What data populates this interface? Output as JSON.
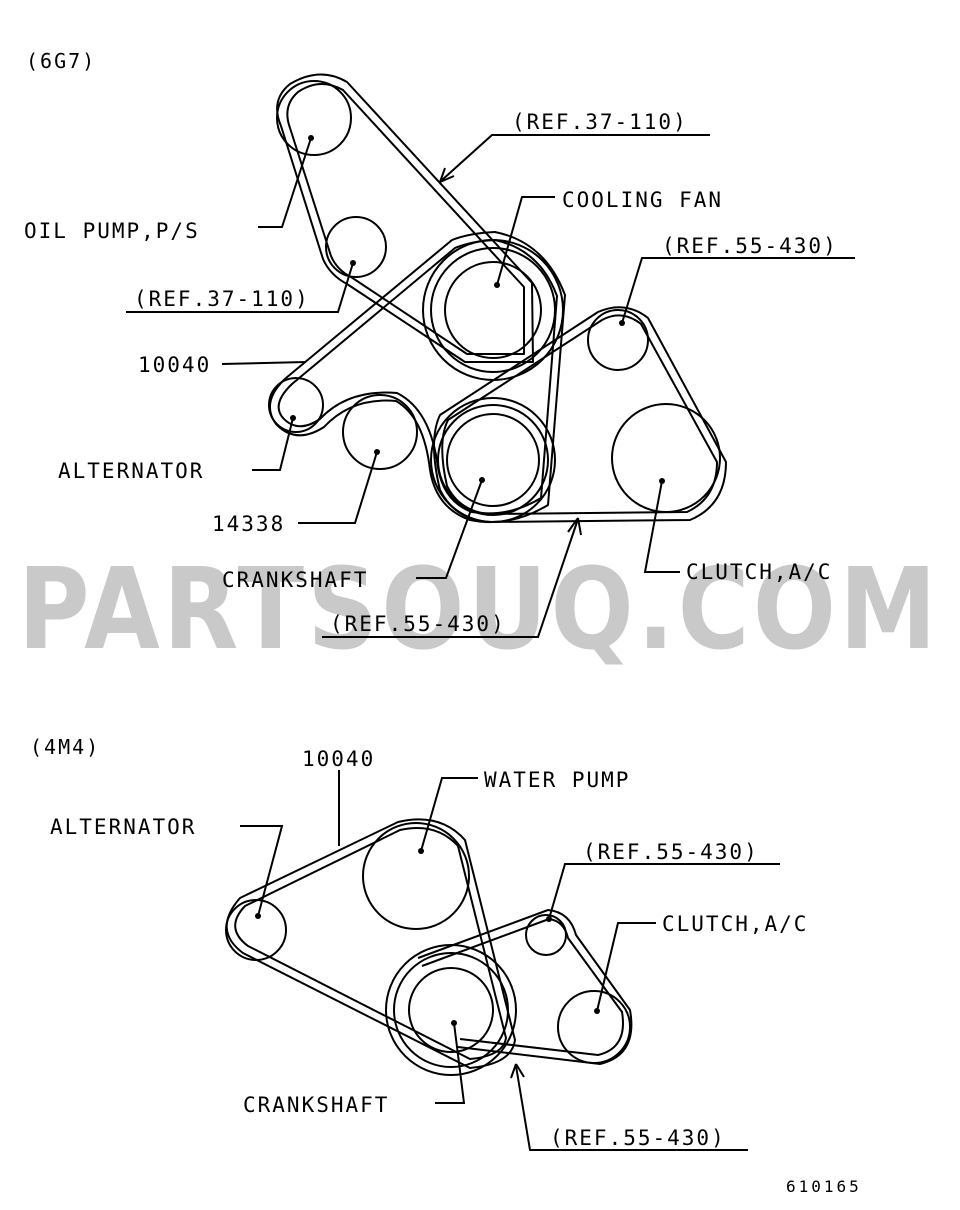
{
  "watermark": "PARTSOUQ.COM",
  "figure_number": "610165",
  "section_6g7": {
    "title": "(6G7)",
    "labels": {
      "ref_top": "(REF.37-110)",
      "cooling_fan": "COOLING FAN",
      "ref_right": "(REF.55-430)",
      "oil_pump": "OIL PUMP,P/S",
      "ref_left": "(REF.37-110)",
      "part_10040": "10040",
      "alternator": "ALTERNATOR",
      "part_14338": "14338",
      "crankshaft": "CRANKSHAFT",
      "clutch_ac": "CLUTCH,A/C",
      "ref_bottom": "(REF.55-430)"
    }
  },
  "section_4m4": {
    "title": "(4M4)",
    "labels": {
      "part_10040": "10040",
      "water_pump": "WATER PUMP",
      "alternator": "ALTERNATOR",
      "ref_right": "(REF.55-430)",
      "clutch_ac": "CLUTCH,A/C",
      "crankshaft": "CRANKSHAFT",
      "ref_bottom": "(REF.55-430)"
    }
  }
}
